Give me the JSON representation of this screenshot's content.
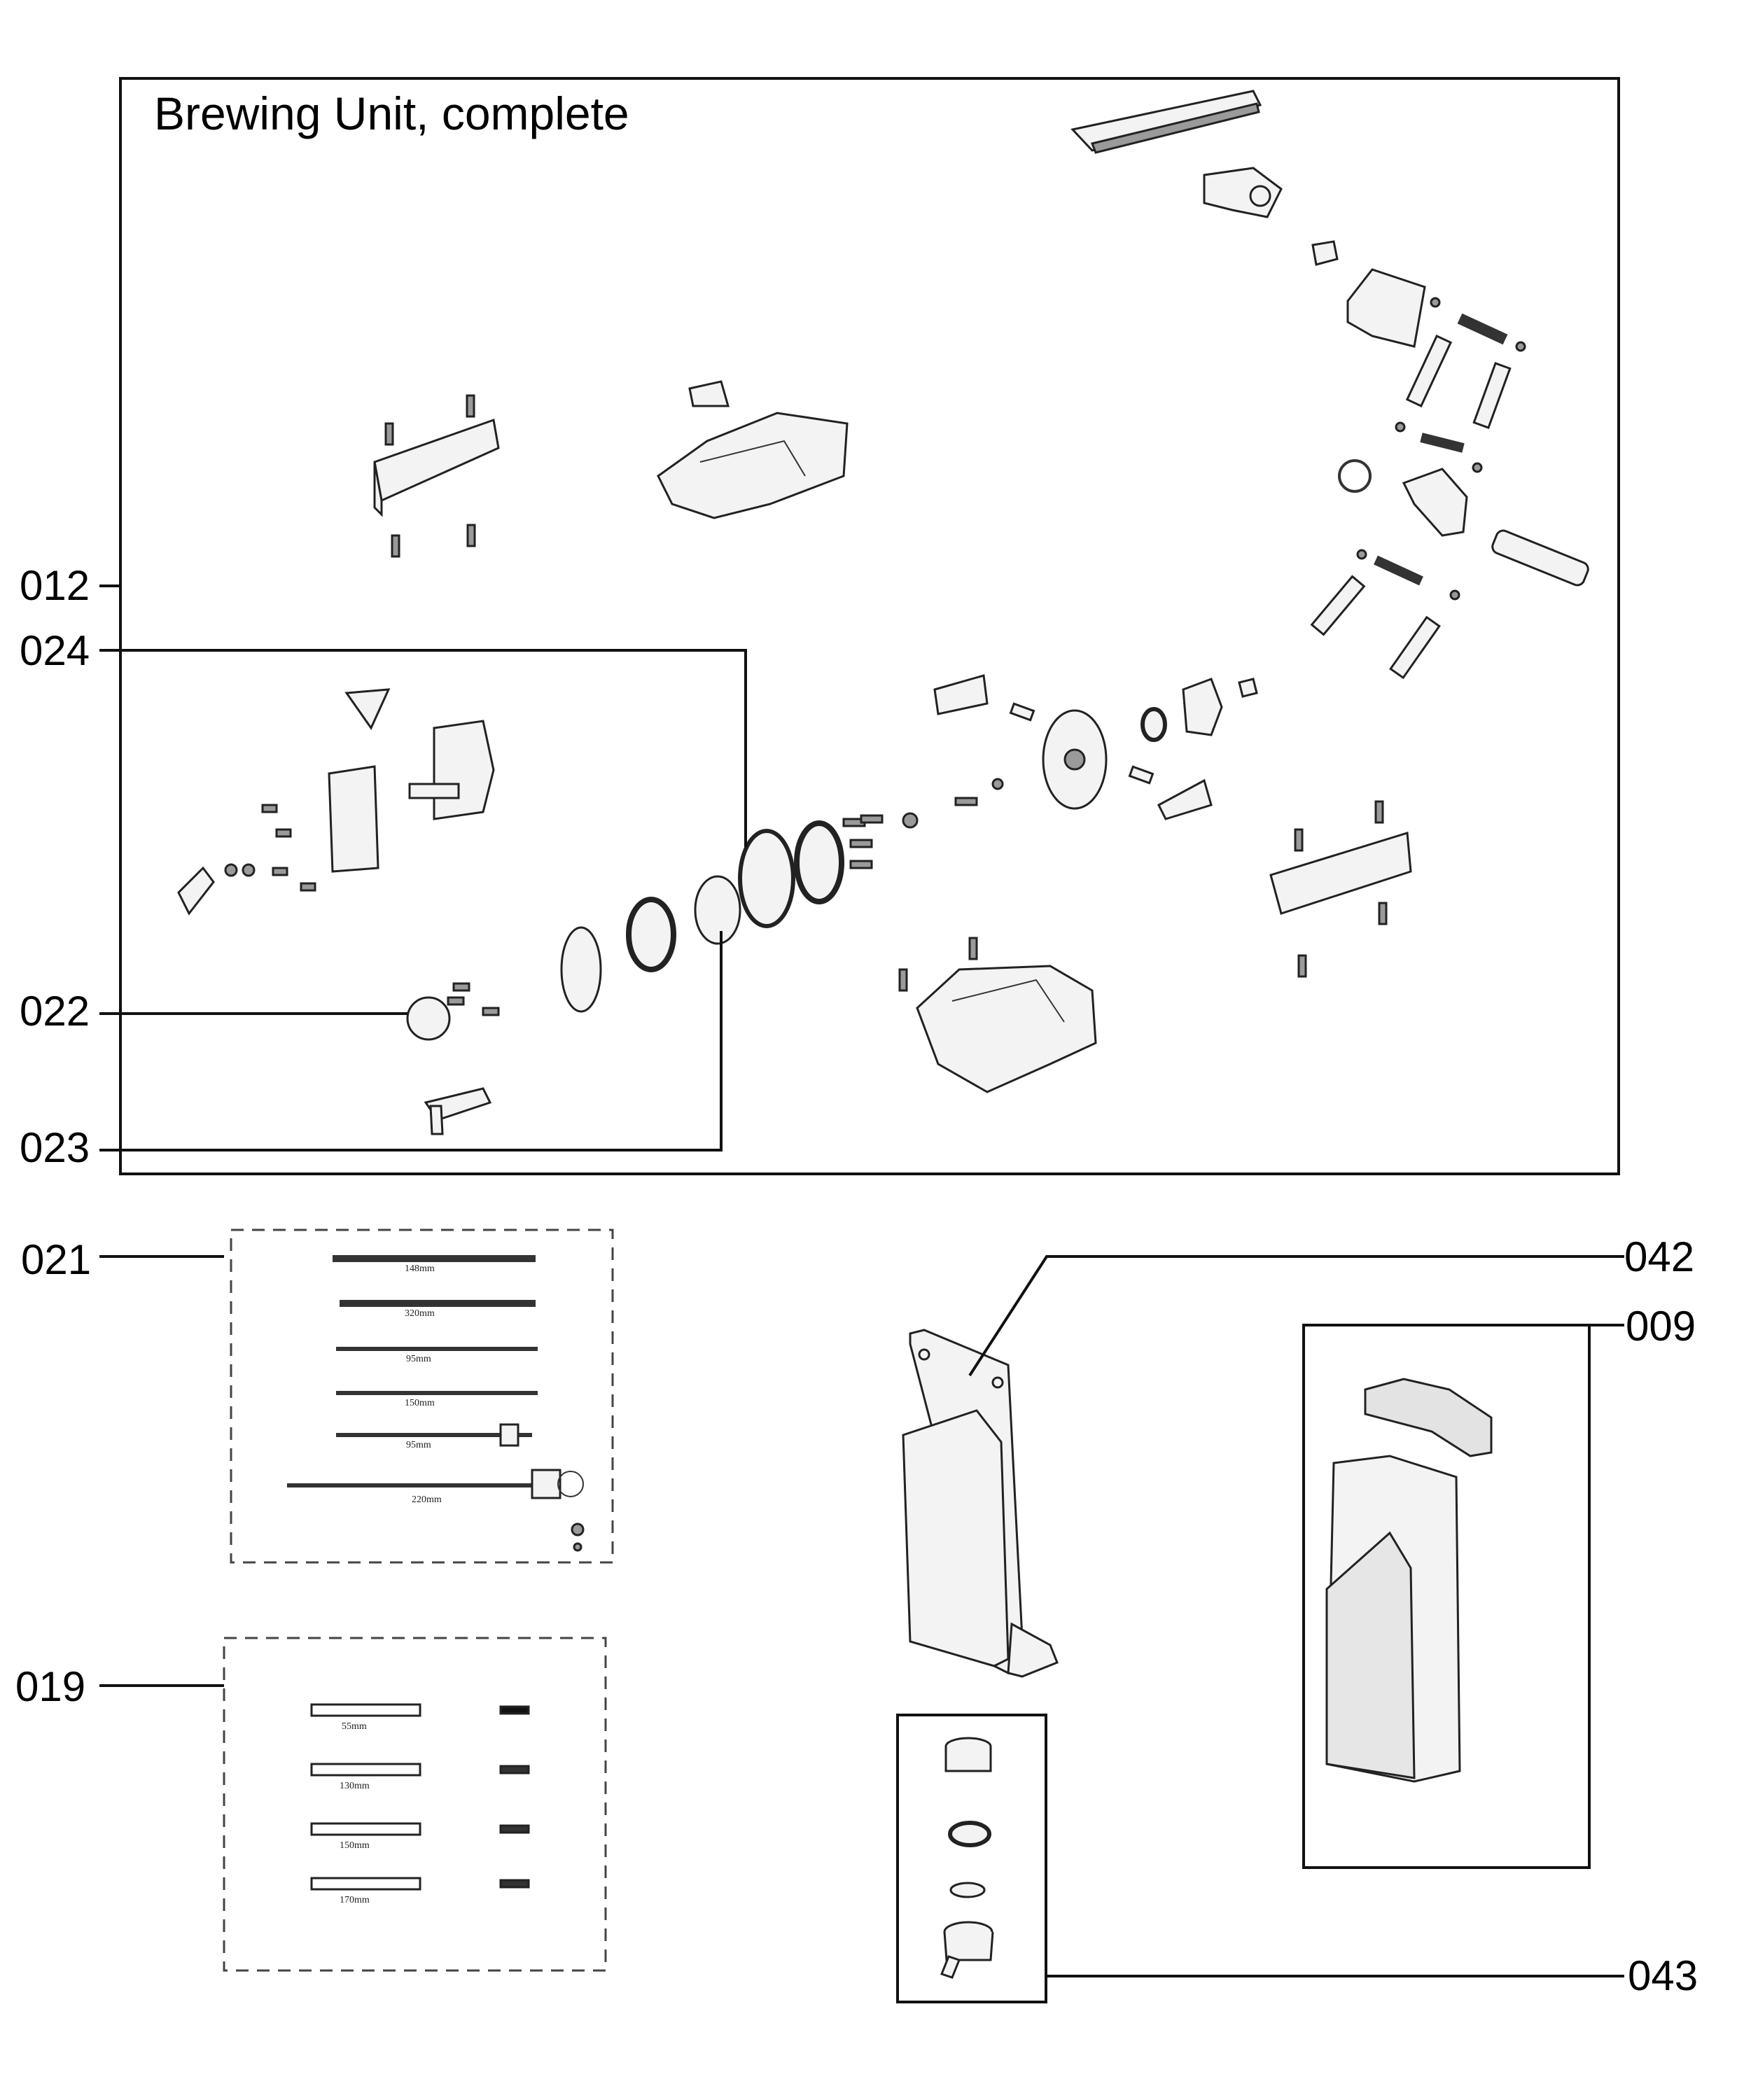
{
  "title": "Brewing Unit, complete",
  "labels": {
    "l012": "012",
    "l024": "024",
    "l022": "022",
    "l023": "023",
    "l021": "021",
    "l019": "019",
    "l042": "042",
    "l009": "009",
    "l043": "043"
  },
  "tube_lengths_021": [
    "148mm",
    "320mm",
    "95mm",
    "150mm",
    "95mm",
    "220mm"
  ],
  "tube_lengths_019": [
    "55mm",
    "130mm",
    "150mm",
    "170mm"
  ]
}
